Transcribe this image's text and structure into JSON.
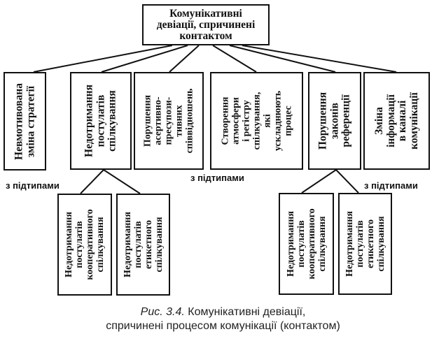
{
  "root": {
    "lines": [
      "Комунікативні",
      "девіації, спричинені",
      "контактом"
    ]
  },
  "categories": [
    {
      "lines": [
        "Невмотивована",
        "зміна стратегії"
      ]
    },
    {
      "lines": [
        "Недотримання",
        "постулатів",
        "спілкування"
      ]
    },
    {
      "lines": [
        "Порушення",
        "асертивно-",
        "пресупози-",
        "тивних",
        "співвідношень"
      ]
    },
    {
      "lines": [
        "Створення",
        "атмосфери",
        "і регістру",
        "спілкування,",
        "які",
        "ускладнюють",
        "процес"
      ]
    },
    {
      "lines": [
        "Порушення",
        "законів",
        "референції"
      ]
    },
    {
      "lines": [
        "Зміна",
        "інформації",
        "в каналі",
        "комунікації"
      ]
    }
  ],
  "notes": [
    {
      "text": "з підтипами"
    },
    {
      "text": "з підтипами"
    },
    {
      "text": "з підтипами"
    }
  ],
  "subtypes": [
    {
      "lines": [
        "Недотримання",
        "постулатів",
        "кооперативного",
        "спілкування"
      ]
    },
    {
      "lines": [
        "Недотримання",
        "постулатів",
        "етикетного",
        "спілкування"
      ]
    },
    {
      "lines": [
        "Недотримання",
        "постулатів",
        "кооперативного",
        "спілкування"
      ]
    },
    {
      "lines": [
        "Недотримання",
        "постулатів",
        "етикетного",
        "спілкування"
      ]
    }
  ],
  "caption": {
    "label": "Рис. 3.4.",
    "line1": " Комунікативні девіації,",
    "line2": "спричинені процесом комунікації (контактом)"
  }
}
